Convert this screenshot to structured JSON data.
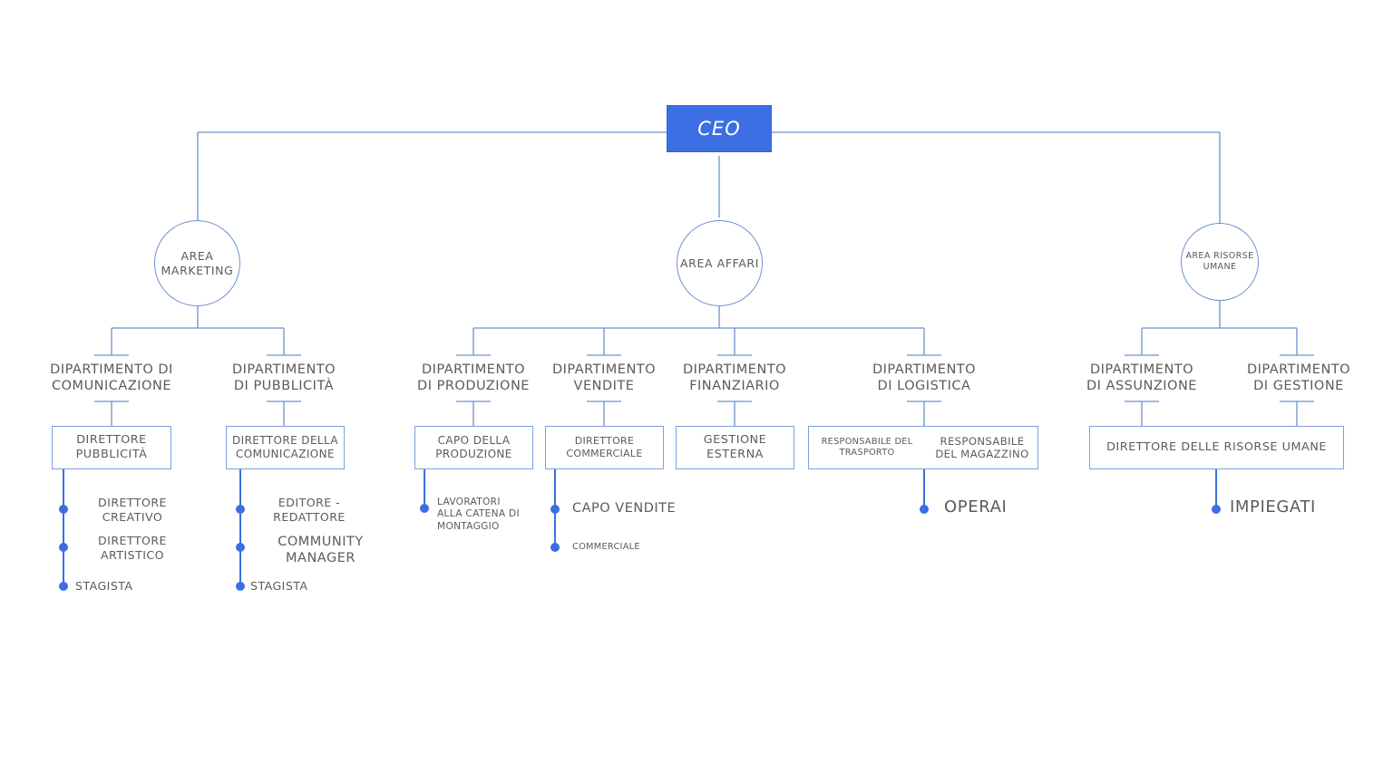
{
  "meta": {
    "title": "Organigramma aziendale",
    "colors": {
      "node_fill": "#3c6fe3",
      "line": "#6d91cf",
      "dot": "#3b6fe0",
      "text": "#5b5b5b",
      "background": "#ffffff"
    }
  },
  "root": {
    "label": "CEO"
  },
  "areas": [
    {
      "id": "marketing",
      "label": "AREA\nMARKETING",
      "size": "big"
    },
    {
      "id": "affari",
      "label": "AREA\nAFFARI",
      "size": "big"
    },
    {
      "id": "risorse-umane",
      "label": "AREA\nRISORSE\nUMANE",
      "size": "small"
    }
  ],
  "departments": [
    {
      "id": "comunicazione",
      "label": "DIPARTIMENTO DI\nCOMUNICAZIONE",
      "area": "marketing"
    },
    {
      "id": "pubblicita",
      "label": "DIPARTIMENTO\nDI PUBBLICITÀ",
      "area": "marketing"
    },
    {
      "id": "produzione",
      "label": "DIPARTIMENTO\nDI PRODUZIONE",
      "area": "affari"
    },
    {
      "id": "vendite",
      "label": "DIPARTIMENTO\nVENDITE",
      "area": "affari"
    },
    {
      "id": "finanziario",
      "label": "DIPARTIMENTO\nFINANZIARIO",
      "area": "affari"
    },
    {
      "id": "logistica",
      "label": "DIPARTIMENTO\nDI LOGISTICA",
      "area": "affari"
    },
    {
      "id": "assunzione",
      "label": "DIPARTIMENTO\nDI ASSUNZIONE",
      "area": "risorse-umane"
    },
    {
      "id": "gestione",
      "label": "DIPARTIMENTO\nDI GESTIONE",
      "area": "risorse-umane"
    }
  ],
  "roles": [
    {
      "id": "direttore-pubblicita",
      "label": "DIRETTORE\nPUBBLICITÀ"
    },
    {
      "id": "direttore-comunicazione",
      "label": "DIRETTORE DELLA\nCOMUNICAZIONE"
    },
    {
      "id": "capo-produzione",
      "label": "CAPO DELLA\nPRODUZIONE"
    },
    {
      "id": "direttore-commerciale",
      "label": "DIRETTORE\nCOMMERCIALE"
    },
    {
      "id": "gestione-esterna",
      "label": "GESTIONE\nESTERNA"
    },
    {
      "id": "responsabile-trasporto",
      "label": "RESPONSABILE DEL\nTRASPORTO"
    },
    {
      "id": "responsabile-magazzino",
      "label": "RESPONSABILE\nDEL MAGAZZINO"
    },
    {
      "id": "direttore-risorse-umane",
      "label": "DIRETTORE DELLE RISORSE UMANE"
    }
  ],
  "leaves": [
    {
      "id": "direttore-creativo",
      "label": "DIRETTORE\nCREATIVO"
    },
    {
      "id": "direttore-artistico",
      "label": "DIRETTORE\nARTISTICO"
    },
    {
      "id": "stagista-comunicazione",
      "label": "STAGISTA"
    },
    {
      "id": "editore-redattore",
      "label": "EDITORE -\nREDATTORE"
    },
    {
      "id": "community-manager",
      "label": "COMMUNITY\nMANAGER"
    },
    {
      "id": "stagista-pubblicita",
      "label": "STAGISTA"
    },
    {
      "id": "lavoratori-catena-montaggio",
      "label": "LAVORATORI\nALLA CATENA DI\nMONTAGGIO"
    },
    {
      "id": "capo-vendite",
      "label": "CAPO VENDITE"
    },
    {
      "id": "commerciale",
      "label": "COMMERCIALE"
    },
    {
      "id": "operai",
      "label": "OPERAI"
    },
    {
      "id": "impiegati",
      "label": "IMPIEGATI"
    }
  ]
}
